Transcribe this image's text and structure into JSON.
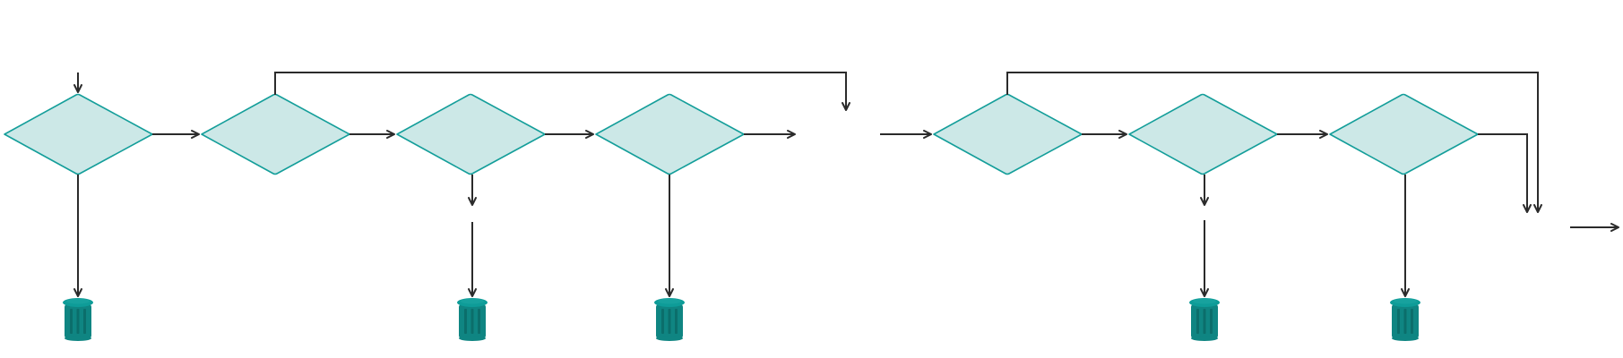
{
  "diagram": {
    "type": "flowchart",
    "colors": {
      "diamond_fill": "#cce8e7",
      "diamond_stroke": "#149e9a",
      "edge": "#2b2b2b",
      "trash": "#0f8582"
    },
    "decisions": [
      {
        "id": "d1",
        "label": ""
      },
      {
        "id": "d2",
        "label": ""
      },
      {
        "id": "d3",
        "label": ""
      },
      {
        "id": "d4",
        "label": ""
      },
      {
        "id": "d5",
        "label": ""
      },
      {
        "id": "d6",
        "label": ""
      },
      {
        "id": "d7",
        "label": ""
      }
    ],
    "discards": [
      {
        "id": "t1",
        "icon": "trash-can-icon",
        "from": "d1"
      },
      {
        "id": "t2",
        "icon": "trash-can-icon",
        "from": "d3"
      },
      {
        "id": "t3",
        "icon": "trash-can-icon",
        "from": "d4"
      },
      {
        "id": "t4",
        "icon": "trash-can-icon",
        "from": "d6"
      },
      {
        "id": "t5",
        "icon": "trash-can-icon",
        "from": "d7"
      }
    ]
  }
}
